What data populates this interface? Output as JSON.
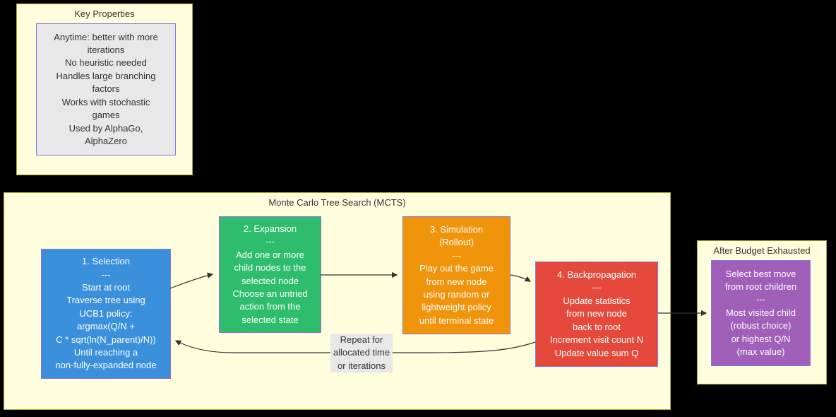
{
  "colors": {
    "page_background": "#000000",
    "cluster_fill": "#ffffde",
    "cluster_border": "#aaaa33",
    "note_fill": "#e8e8e8",
    "note_border": "#9370db",
    "edge_label_background": "#e8e8e8",
    "edge_color": "#333333",
    "title_text": "#333333",
    "node_text": "#ffffff",
    "selection_fill": "#3a90db",
    "expansion_fill": "#2ebd6d",
    "simulation_fill": "#f0940c",
    "backpropagation_fill": "#e5493c",
    "best_move_fill": "#a05fb8"
  },
  "key_properties": {
    "title": "Key Properties",
    "lines": [
      "Anytime: better with more",
      "iterations",
      "No heuristic needed",
      "Handles large branching",
      "factors",
      "Works with stochastic",
      "games",
      "Used by AlphaGo,",
      "AlphaZero"
    ]
  },
  "mcts": {
    "title": "Monte Carlo Tree Search (MCTS)",
    "selection": {
      "lines": [
        "1. Selection",
        "---",
        "Start at root",
        "Traverse tree using",
        "UCB1 policy:",
        "argmax(Q/N +",
        "C * sqrt(ln(N_parent)/N))",
        "Until reaching a",
        "non-fully-expanded node"
      ]
    },
    "expansion": {
      "lines": [
        "2. Expansion",
        "---",
        "Add one or more",
        "child nodes to the",
        "selected node",
        "Choose an untried",
        "action from the",
        "selected state"
      ]
    },
    "simulation": {
      "lines": [
        "3. Simulation",
        "(Rollout)",
        "---",
        "Play out the game",
        "from new node",
        "using random or",
        "lightweight policy",
        "until terminal state"
      ]
    },
    "backpropagation": {
      "lines": [
        "4. Backpropagation",
        "---",
        "Update statistics",
        "from new node",
        "back to root",
        "Increment visit count N",
        "Update value sum Q"
      ]
    },
    "repeat_edge_label": [
      "Repeat for",
      "allocated time",
      "or iterations"
    ]
  },
  "after_budget": {
    "title": "After Budget Exhausted",
    "best_move": {
      "lines": [
        "Select best move",
        "from root children",
        "---",
        "Most visited child",
        "(robust choice)",
        "or highest Q/N",
        "(max value)"
      ]
    }
  }
}
